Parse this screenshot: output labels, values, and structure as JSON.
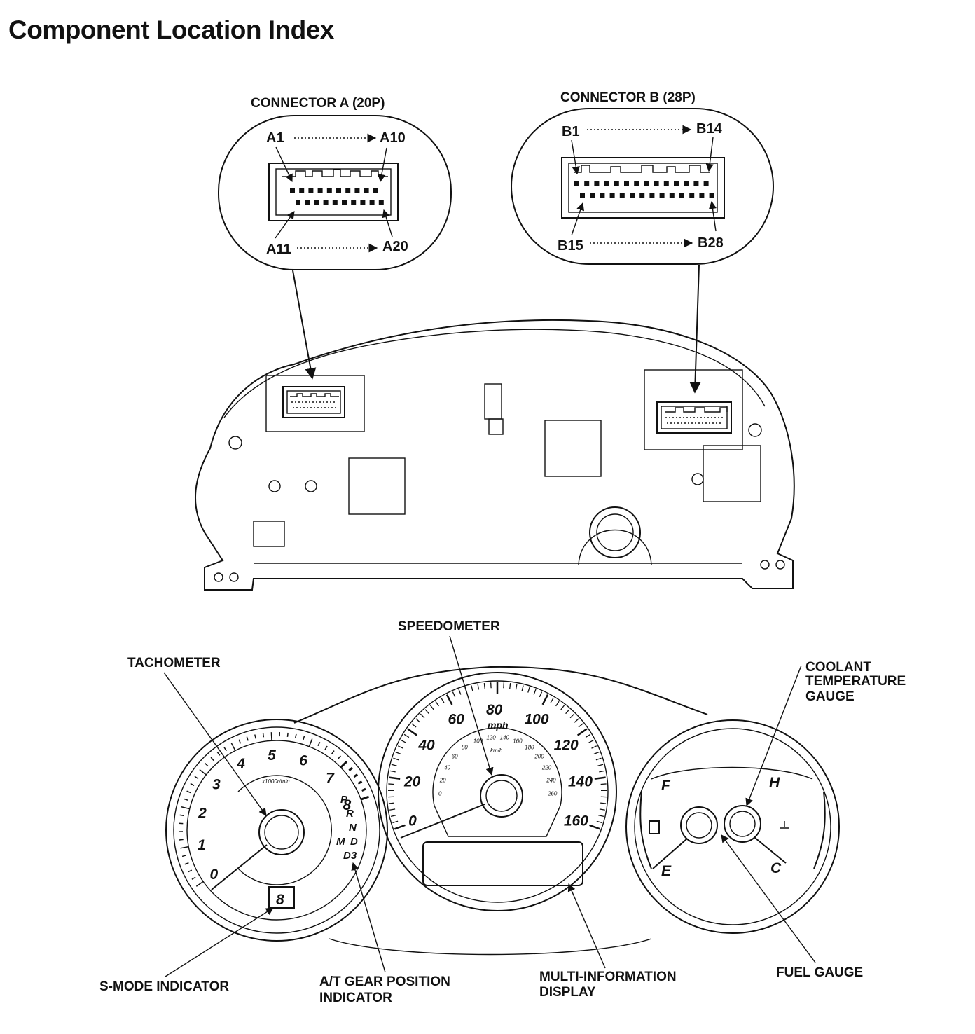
{
  "title": "Component Location Index",
  "connectors": {
    "a": {
      "title": "CONNECTOR A (20P)",
      "top_start": "A1",
      "top_end": "A10",
      "bottom_start": "A11",
      "bottom_end": "A20"
    },
    "b": {
      "title": "CONNECTOR B (28P)",
      "top_start": "B1",
      "top_end": "B14",
      "bottom_start": "B15",
      "bottom_end": "B28"
    }
  },
  "callouts": {
    "speedometer": "SPEEDOMETER",
    "tachometer": "TACHOMETER",
    "coolant": [
      "COOLANT",
      "TEMPERATURE",
      "GAUGE"
    ],
    "s_mode": "S-MODE INDICATOR",
    "at_gear": [
      "A/T GEAR POSITION",
      "INDICATOR"
    ],
    "mid": [
      "MULTI-INFORMATION",
      "DISPLAY"
    ],
    "fuel": "FUEL GAUGE"
  },
  "tach_scale": [
    "0",
    "1",
    "2",
    "3",
    "4",
    "5",
    "6",
    "7",
    "8"
  ],
  "tach_unit": "x1000r/min",
  "gear_letters": [
    "P",
    "R",
    "N",
    "D",
    "D3",
    "M"
  ],
  "s_mode_digit": "8",
  "speed_mph": [
    "0",
    "20",
    "40",
    "60",
    "80",
    "100",
    "120",
    "140",
    "160"
  ],
  "speed_mph_unit": "mph",
  "speed_kmh": [
    "0",
    "20",
    "40",
    "60",
    "80",
    "100",
    "120",
    "140",
    "160",
    "180",
    "200",
    "220",
    "240",
    "260"
  ],
  "speed_kmh_unit": "km/h",
  "fuel_marks": {
    "full": "F",
    "empty": "E"
  },
  "temp_marks": {
    "hot": "H",
    "cold": "C"
  }
}
